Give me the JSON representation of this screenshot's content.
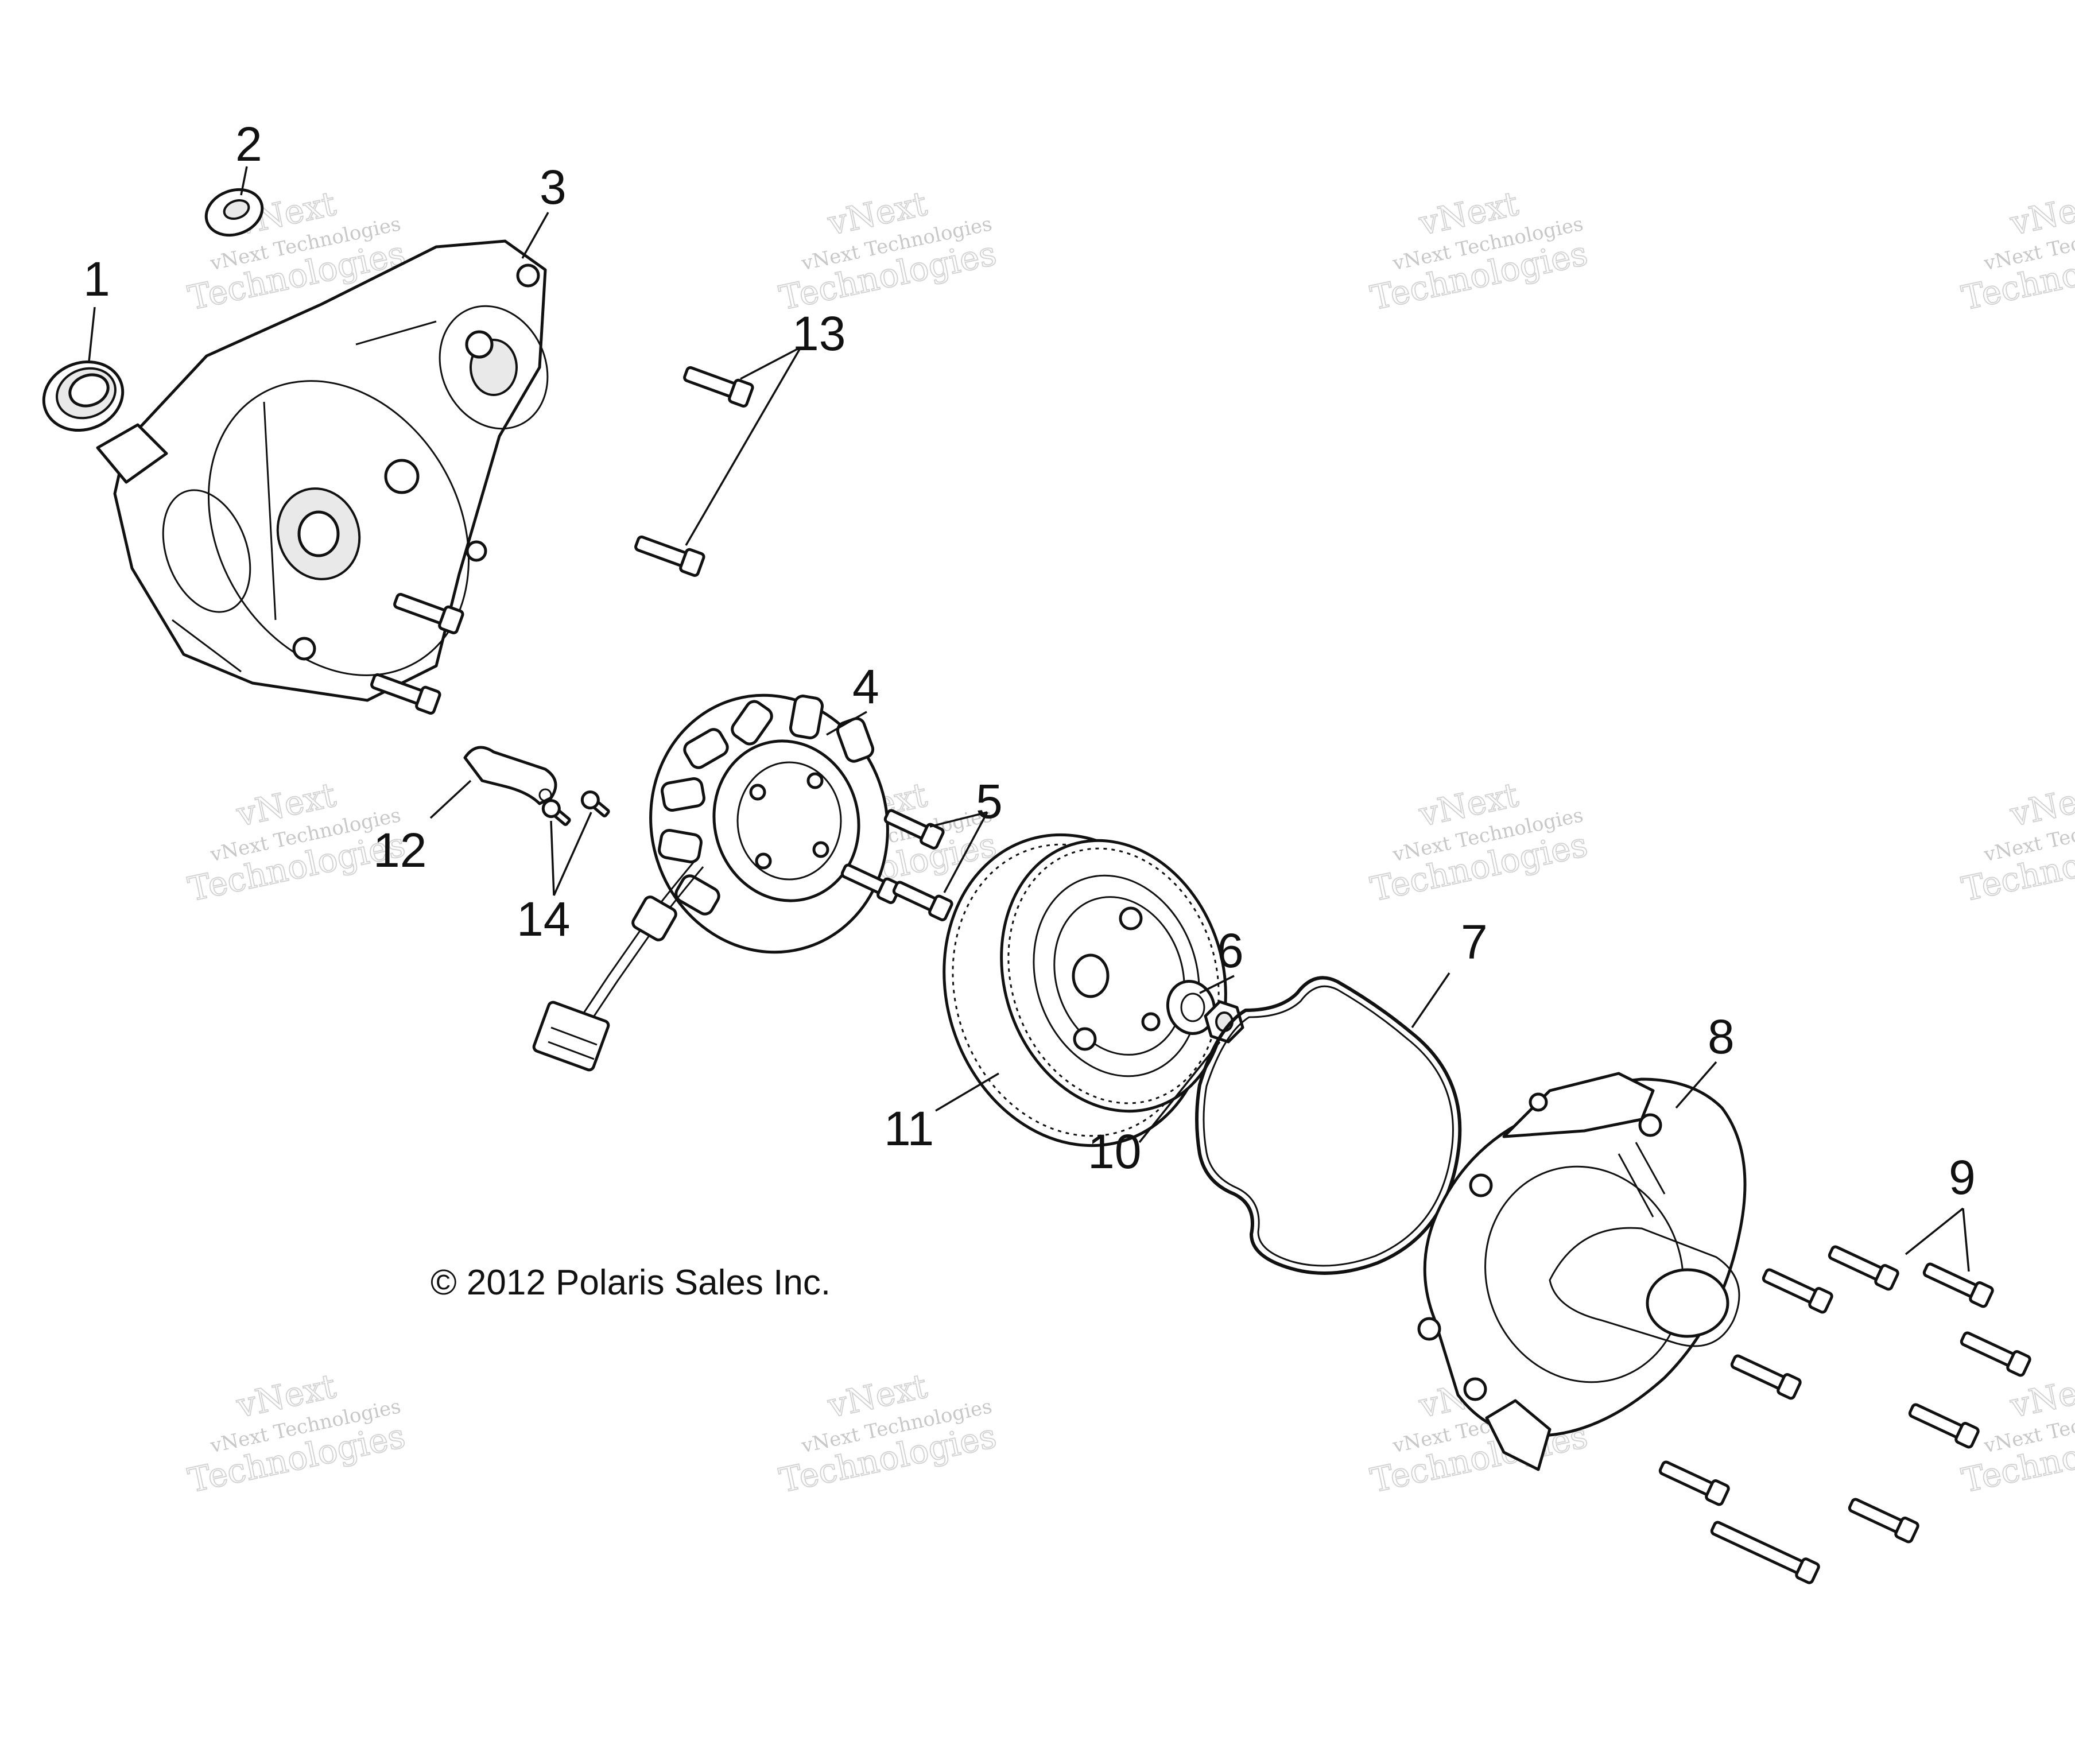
{
  "copyright": "© 2012 Polaris Sales Inc.",
  "watermark": {
    "line1": "vNext Technologies",
    "line2": "vNext",
    "line3": "Technologies"
  },
  "callouts": {
    "c1": "1",
    "c2": "2",
    "c3": "3",
    "c4": "4",
    "c5": "5",
    "c6": "6",
    "c7": "7",
    "c8": "8",
    "c9": "9",
    "c10": "10",
    "c11": "11",
    "c12": "12",
    "c13": "13",
    "c14": "14"
  }
}
